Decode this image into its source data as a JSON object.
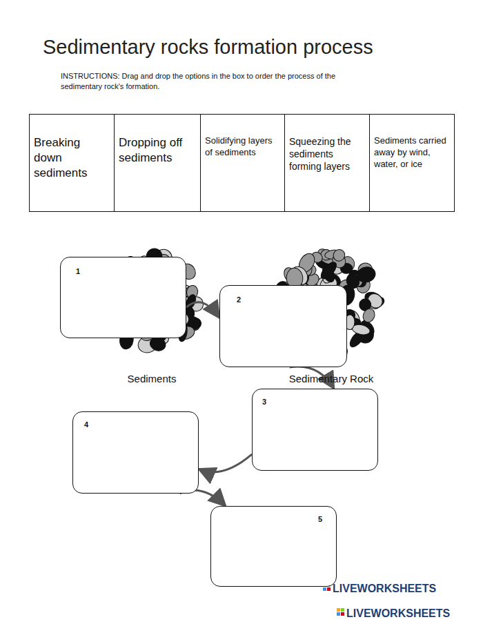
{
  "diagram": {
    "title": "Sedimentary rocks formation process",
    "nodes": [
      {
        "text": [
          "1"
        ]
      },
      {
        "text": [
          "2"
        ]
      },
      {
        "text": [
          "3"
        ]
      },
      {
        "text": [
          "4"
        ]
      },
      {
        "text": [
          "5"
        ]
      }
    ],
    "edges": [
      {
        "from": 0,
        "to": 1,
        "arrow": "to"
      },
      {
        "from": 1,
        "to": 2,
        "arrow": "to"
      },
      {
        "from": 2,
        "to": 3,
        "arrow": "to"
      },
      {
        "from": 3,
        "to": 4,
        "arrow": "to"
      }
    ],
    "labels": [
      "INSTRUCTIONS: Drag and drop the options in the box to order the process of the sedimentary rock's formation.",
      "Breaking down sediments",
      "Dropping off sediments",
      "Solidifying layers of sediments",
      "Squeezing the sediments forming layers",
      "Sediments carried away by wind, water, or ice",
      "Sediments",
      "Sedimentary Rock",
      "LIVEWORKSHEETS",
      "LIVEWORKSHEETS"
    ]
  }
}
